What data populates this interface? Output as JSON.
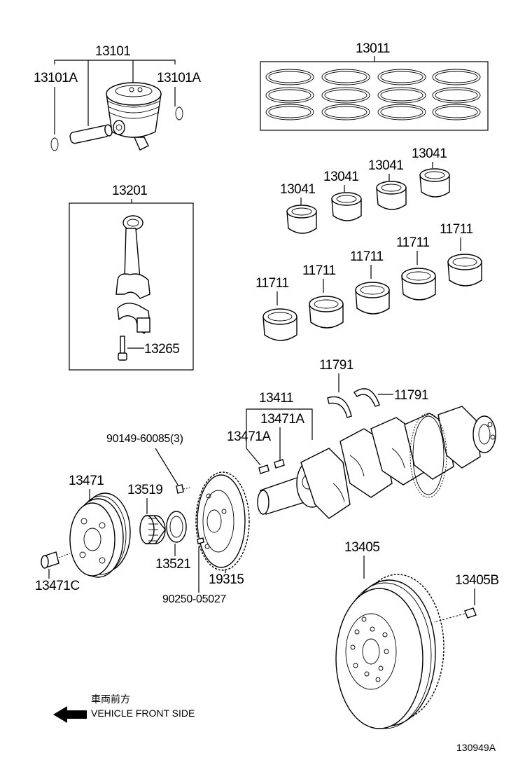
{
  "labels": {
    "p13101": "13101",
    "p13101a_left": "13101A",
    "p13101a_right": "13101A",
    "p13011": "13011",
    "p13201": "13201",
    "p13265": "13265",
    "p13041_a": "13041",
    "p13041_b": "13041",
    "p13041_c": "13041",
    "p13041_d": "13041",
    "p11711_a": "11711",
    "p11711_b": "11711",
    "p11711_c": "11711",
    "p11711_d": "11711",
    "p11711_e": "11711",
    "p11791_top": "11791",
    "p11791_right": "11791",
    "p13411": "13411",
    "p13471a_right": "13471A",
    "p13471a_left": "13471A",
    "p90149": "90149-60085(3)",
    "p13471": "13471",
    "p13519": "13519",
    "p13521": "13521",
    "p19315": "19315",
    "p13471c": "13471C",
    "p90250": "90250-05027",
    "p13405": "13405",
    "p13405b": "13405B",
    "direction_jp": "車両前方",
    "direction_en": "VEHICLE FRONT SIDE",
    "diagram_id": "130949A"
  }
}
